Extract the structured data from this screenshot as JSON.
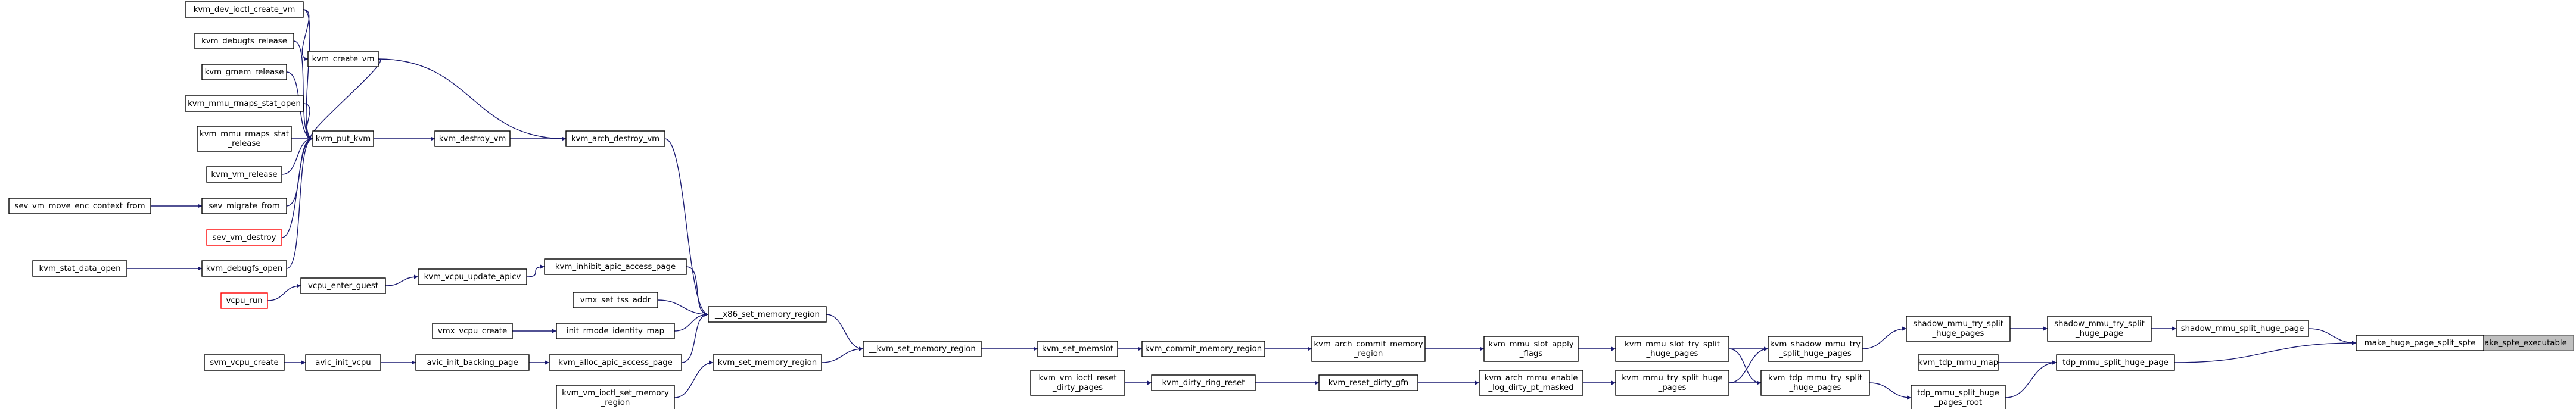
{
  "graph": {
    "edge_color": "#191970",
    "root_fill": "#bfbfbf",
    "error_color": "#ff0000",
    "nodes": [
      {
        "id": "make_spte_executable",
        "lines": [
          "make_spte_executable"
        ],
        "root": true
      },
      {
        "id": "make_huge_page_split_spte",
        "lines": [
          "make_huge_page_split_spte"
        ]
      },
      {
        "id": "shadow_mmu_split_huge_page",
        "lines": [
          "shadow_mmu_split_huge_page"
        ]
      },
      {
        "id": "tdp_mmu_split_huge_page",
        "lines": [
          "tdp_mmu_split_huge_page"
        ]
      },
      {
        "id": "shadow_mmu_try_split_huge_page",
        "lines": [
          "shadow_mmu_try_split",
          "_huge_page"
        ]
      },
      {
        "id": "shadow_mmu_try_split_huge_pages",
        "lines": [
          "shadow_mmu_try_split",
          "_huge_pages"
        ]
      },
      {
        "id": "kvm_tdp_mmu_map",
        "lines": [
          "kvm_tdp_mmu_map"
        ]
      },
      {
        "id": "tdp_mmu_split_huge_pages_root",
        "lines": [
          "tdp_mmu_split_huge",
          "_pages_root"
        ]
      },
      {
        "id": "kvm_shadow_mmu_try_split_huge_pages",
        "lines": [
          "kvm_shadow_mmu_try",
          "_split_huge_pages"
        ]
      },
      {
        "id": "kvm_tdp_mmu_try_split_huge_pages",
        "lines": [
          "kvm_tdp_mmu_try_split",
          "_huge_pages"
        ]
      },
      {
        "id": "kvm_mmu_slot_try_split_huge_pages",
        "lines": [
          "kvm_mmu_slot_try_split",
          "_huge_pages"
        ]
      },
      {
        "id": "kvm_mmu_try_split_huge_pages",
        "lines": [
          "kvm_mmu_try_split_huge",
          "_pages"
        ]
      },
      {
        "id": "kvm_mmu_slot_apply_flags",
        "lines": [
          "kvm_mmu_slot_apply",
          "_flags"
        ]
      },
      {
        "id": "kvm_arch_mmu_enable_log_dirty_pt_masked",
        "lines": [
          "kvm_arch_mmu_enable",
          "_log_dirty_pt_masked"
        ]
      },
      {
        "id": "kvm_arch_commit_memory_region",
        "lines": [
          "kvm_arch_commit_memory",
          "_region"
        ]
      },
      {
        "id": "kvm_reset_dirty_gfn",
        "lines": [
          "kvm_reset_dirty_gfn"
        ]
      },
      {
        "id": "kvm_commit_memory_region",
        "lines": [
          "kvm_commit_memory_region"
        ]
      },
      {
        "id": "kvm_dirty_ring_reset",
        "lines": [
          "kvm_dirty_ring_reset"
        ]
      },
      {
        "id": "kvm_set_memslot",
        "lines": [
          "kvm_set_memslot"
        ]
      },
      {
        "id": "kvm_vm_ioctl_reset_dirty_pages",
        "lines": [
          "kvm_vm_ioctl_reset",
          "_dirty_pages"
        ]
      },
      {
        "id": "__kvm_set_memory_region",
        "lines": [
          "__kvm_set_memory_region"
        ]
      },
      {
        "id": "__x86_set_memory_region",
        "lines": [
          "__x86_set_memory_region"
        ]
      },
      {
        "id": "kvm_set_memory_region",
        "lines": [
          "kvm_set_memory_region"
        ]
      },
      {
        "id": "kvm_vm_ioctl_set_memory_region",
        "lines": [
          "kvm_vm_ioctl_set_memory",
          "_region"
        ]
      },
      {
        "id": "kvm_arch_destroy_vm",
        "lines": [
          "kvm_arch_destroy_vm"
        ]
      },
      {
        "id": "kvm_inhibit_apic_access_page",
        "lines": [
          "kvm_inhibit_apic_access_page"
        ]
      },
      {
        "id": "vmx_set_tss_addr",
        "lines": [
          "vmx_set_tss_addr"
        ]
      },
      {
        "id": "init_rmode_identity_map",
        "lines": [
          "init_rmode_identity_map"
        ]
      },
      {
        "id": "kvm_alloc_apic_access_page",
        "lines": [
          "kvm_alloc_apic_access_page"
        ]
      },
      {
        "id": "kvm_destroy_vm",
        "lines": [
          "kvm_destroy_vm"
        ]
      },
      {
        "id": "kvm_vcpu_update_apicv",
        "lines": [
          "kvm_vcpu_update_apicv"
        ]
      },
      {
        "id": "vmx_vcpu_create",
        "lines": [
          "vmx_vcpu_create"
        ]
      },
      {
        "id": "avic_init_backing_page",
        "lines": [
          "avic_init_backing_page"
        ]
      },
      {
        "id": "kvm_put_kvm",
        "lines": [
          "kvm_put_kvm"
        ]
      },
      {
        "id": "vcpu_enter_guest",
        "lines": [
          "vcpu_enter_guest"
        ]
      },
      {
        "id": "avic_init_vcpu",
        "lines": [
          "avic_init_vcpu"
        ]
      },
      {
        "id": "kvm_create_vm",
        "lines": [
          "kvm_create_vm"
        ]
      },
      {
        "id": "vcpu_run",
        "lines": [
          "vcpu_run"
        ],
        "error": true
      },
      {
        "id": "svm_vcpu_create",
        "lines": [
          "svm_vcpu_create"
        ]
      },
      {
        "id": "kvm_dev_ioctl_create_vm",
        "lines": [
          "kvm_dev_ioctl_create_vm"
        ]
      },
      {
        "id": "kvm_debugfs_release",
        "lines": [
          "kvm_debugfs_release"
        ]
      },
      {
        "id": "kvm_gmem_release",
        "lines": [
          "kvm_gmem_release"
        ]
      },
      {
        "id": "kvm_mmu_rmaps_stat_open",
        "lines": [
          "kvm_mmu_rmaps_stat_open"
        ]
      },
      {
        "id": "kvm_mmu_rmaps_stat_release",
        "lines": [
          "kvm_mmu_rmaps_stat",
          "_release"
        ]
      },
      {
        "id": "kvm_vm_release",
        "lines": [
          "kvm_vm_release"
        ]
      },
      {
        "id": "sev_migrate_from",
        "lines": [
          "sev_migrate_from"
        ]
      },
      {
        "id": "sev_vm_destroy",
        "lines": [
          "sev_vm_destroy"
        ],
        "error": true
      },
      {
        "id": "kvm_debugfs_open",
        "lines": [
          "kvm_debugfs_open"
        ]
      },
      {
        "id": "sev_vm_move_enc_context_from",
        "lines": [
          "sev_vm_move_enc_context_from"
        ]
      },
      {
        "id": "kvm_stat_data_open",
        "lines": [
          "kvm_stat_data_open"
        ]
      }
    ],
    "edges": [
      [
        "make_huge_page_split_spte",
        "make_spte_executable"
      ],
      [
        "shadow_mmu_split_huge_page",
        "make_huge_page_split_spte"
      ],
      [
        "tdp_mmu_split_huge_page",
        "make_huge_page_split_spte"
      ],
      [
        "shadow_mmu_try_split_huge_page",
        "shadow_mmu_split_huge_page"
      ],
      [
        "shadow_mmu_try_split_huge_pages",
        "shadow_mmu_try_split_huge_page"
      ],
      [
        "kvm_tdp_mmu_map",
        "tdp_mmu_split_huge_page"
      ],
      [
        "tdp_mmu_split_huge_pages_root",
        "tdp_mmu_split_huge_page"
      ],
      [
        "kvm_shadow_mmu_try_split_huge_pages",
        "shadow_mmu_try_split_huge_pages"
      ],
      [
        "kvm_tdp_mmu_try_split_huge_pages",
        "tdp_mmu_split_huge_pages_root"
      ],
      [
        "kvm_mmu_slot_try_split_huge_pages",
        "kvm_shadow_mmu_try_split_huge_pages"
      ],
      [
        "kvm_mmu_slot_try_split_huge_pages",
        "kvm_tdp_mmu_try_split_huge_pages"
      ],
      [
        "kvm_mmu_try_split_huge_pages",
        "kvm_shadow_mmu_try_split_huge_pages"
      ],
      [
        "kvm_mmu_try_split_huge_pages",
        "kvm_tdp_mmu_try_split_huge_pages"
      ],
      [
        "kvm_mmu_slot_apply_flags",
        "kvm_mmu_slot_try_split_huge_pages"
      ],
      [
        "kvm_arch_mmu_enable_log_dirty_pt_masked",
        "kvm_mmu_try_split_huge_pages"
      ],
      [
        "kvm_arch_commit_memory_region",
        "kvm_mmu_slot_apply_flags"
      ],
      [
        "kvm_reset_dirty_gfn",
        "kvm_arch_mmu_enable_log_dirty_pt_masked"
      ],
      [
        "kvm_commit_memory_region",
        "kvm_arch_commit_memory_region"
      ],
      [
        "kvm_dirty_ring_reset",
        "kvm_reset_dirty_gfn"
      ],
      [
        "kvm_set_memslot",
        "kvm_commit_memory_region"
      ],
      [
        "kvm_vm_ioctl_reset_dirty_pages",
        "kvm_dirty_ring_reset"
      ],
      [
        "__kvm_set_memory_region",
        "kvm_set_memslot"
      ],
      [
        "__x86_set_memory_region",
        "__kvm_set_memory_region"
      ],
      [
        "kvm_set_memory_region",
        "__kvm_set_memory_region"
      ],
      [
        "kvm_vm_ioctl_set_memory_region",
        "kvm_set_memory_region"
      ],
      [
        "kvm_arch_destroy_vm",
        "__x86_set_memory_region"
      ],
      [
        "kvm_inhibit_apic_access_page",
        "__x86_set_memory_region"
      ],
      [
        "vmx_set_tss_addr",
        "__x86_set_memory_region"
      ],
      [
        "init_rmode_identity_map",
        "__x86_set_memory_region"
      ],
      [
        "kvm_alloc_apic_access_page",
        "__x86_set_memory_region"
      ],
      [
        "kvm_destroy_vm",
        "kvm_arch_destroy_vm"
      ],
      [
        "kvm_create_vm",
        "kvm_arch_destroy_vm"
      ],
      [
        "kvm_vcpu_update_apicv",
        "kvm_inhibit_apic_access_page"
      ],
      [
        "vmx_vcpu_create",
        "init_rmode_identity_map"
      ],
      [
        "avic_init_backing_page",
        "kvm_alloc_apic_access_page"
      ],
      [
        "kvm_put_kvm",
        "kvm_destroy_vm"
      ],
      [
        "vcpu_enter_guest",
        "kvm_vcpu_update_apicv"
      ],
      [
        "avic_init_vcpu",
        "avic_init_backing_page"
      ],
      [
        "kvm_create_vm",
        "kvm_put_kvm"
      ],
      [
        "vcpu_run",
        "vcpu_enter_guest"
      ],
      [
        "svm_vcpu_create",
        "avic_init_vcpu"
      ],
      [
        "kvm_dev_ioctl_create_vm",
        "kvm_create_vm"
      ],
      [
        "kvm_dev_ioctl_create_vm",
        "kvm_put_kvm"
      ],
      [
        "kvm_debugfs_release",
        "kvm_put_kvm"
      ],
      [
        "kvm_gmem_release",
        "kvm_put_kvm"
      ],
      [
        "kvm_mmu_rmaps_stat_open",
        "kvm_put_kvm"
      ],
      [
        "kvm_mmu_rmaps_stat_release",
        "kvm_put_kvm"
      ],
      [
        "kvm_vm_release",
        "kvm_put_kvm"
      ],
      [
        "sev_migrate_from",
        "kvm_put_kvm"
      ],
      [
        "sev_vm_destroy",
        "kvm_put_kvm"
      ],
      [
        "kvm_debugfs_open",
        "kvm_put_kvm"
      ],
      [
        "sev_vm_move_enc_context_from",
        "sev_migrate_from"
      ],
      [
        "kvm_stat_data_open",
        "kvm_debugfs_open"
      ]
    ]
  }
}
